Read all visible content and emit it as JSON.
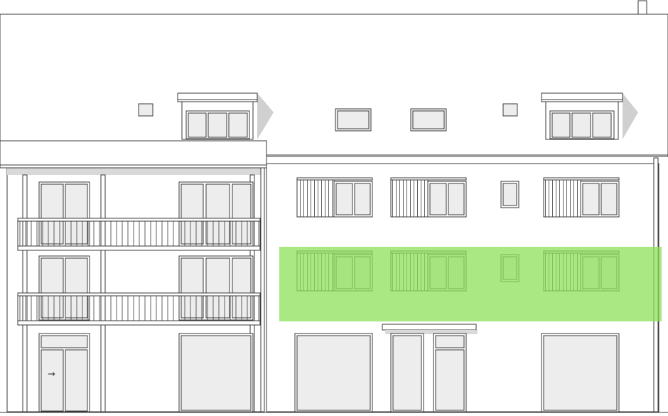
{
  "drawing": {
    "type": "building-facade-elevation",
    "colors": {
      "background": "#ffffff",
      "line": "#3a3a3a",
      "glass": "#ededed",
      "shadow": "#d9d9d9",
      "highlight": "#8ee05a",
      "highlight_opacity": 0.75
    },
    "highlight": {
      "semantic": "selected-floor-band-second-level-right-wing"
    },
    "icons": [
      {
        "name": "entrance-arrow-icon",
        "glyph": "→"
      }
    ]
  }
}
